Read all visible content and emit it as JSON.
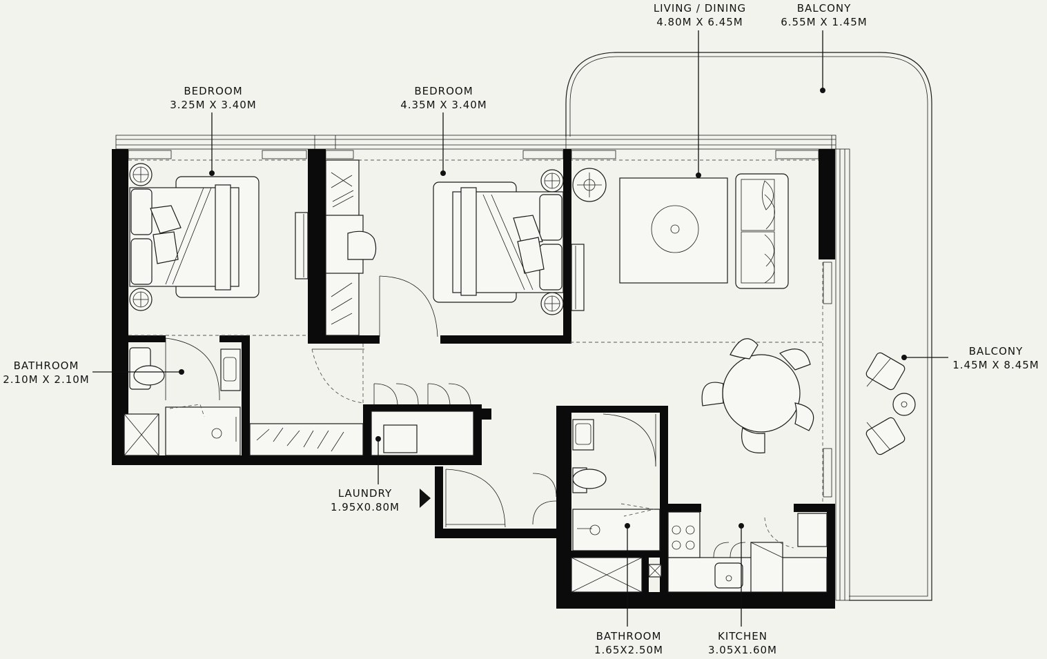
{
  "rooms": {
    "living": {
      "name": "LIVING / DINING",
      "size": "4.80M X 6.45M"
    },
    "balcony_top": {
      "name": "BALCONY",
      "size": "6.55M X 1.45M"
    },
    "bedroom_1": {
      "name": "BEDROOM",
      "size": "3.25M X 3.40M"
    },
    "bedroom_2": {
      "name": "BEDROOM",
      "size": "4.35M X 3.40M"
    },
    "bathroom_1": {
      "name": "BATHROOM",
      "size": "2.10M X 2.10M"
    },
    "balcony_right": {
      "name": "BALCONY",
      "size": "1.45M X 8.45M"
    },
    "laundry": {
      "name": "LAUNDRY",
      "size": "1.95X0.80M"
    },
    "bathroom_2": {
      "name": "BATHROOM",
      "size": "1.65X2.50M"
    },
    "kitchen": {
      "name": "KITCHEN",
      "size": "3.05X1.60M"
    }
  },
  "colors": {
    "background": "#f3f3ee",
    "wall": "#0b0b0b",
    "line": "#1a1a1a"
  },
  "icons": {
    "entrance": "entrance-arrow-icon"
  }
}
